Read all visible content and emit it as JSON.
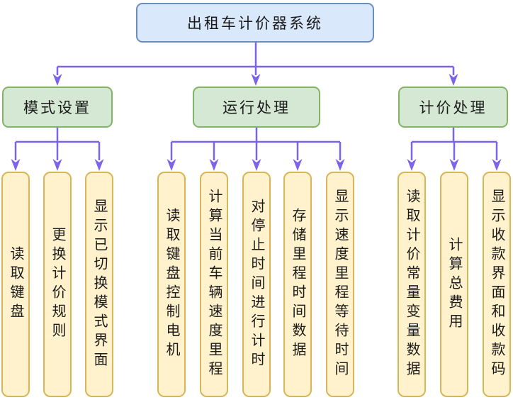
{
  "colors": {
    "background": "#FFFFFF",
    "root_fill": "#DAE8FC",
    "root_stroke": "#6C8EBF",
    "branch_fill": "#D5E8D4",
    "branch_stroke": "#82B366",
    "leaf_fill": "#FFF2CC",
    "leaf_stroke": "#D6B656",
    "connector": "#7D63E8",
    "text": "#1A1A1A"
  },
  "diagram": {
    "root": {
      "label": "出租车计价器系统"
    },
    "branches": [
      {
        "label": "模式设置",
        "children": [
          "读取键盘",
          "更换计价规则",
          "显示已切换模式界面"
        ]
      },
      {
        "label": "运行处理",
        "children": [
          "读取键盘控制电机",
          "计算当前车辆速度里程",
          "对停止时间进行计时",
          "存储里程时间数据",
          "显示速度里程等待时间"
        ]
      },
      {
        "label": "计价处理",
        "children": [
          "读取计价常量变量数据",
          "计算总费用",
          "显示收款界面和收款码"
        ]
      }
    ]
  }
}
